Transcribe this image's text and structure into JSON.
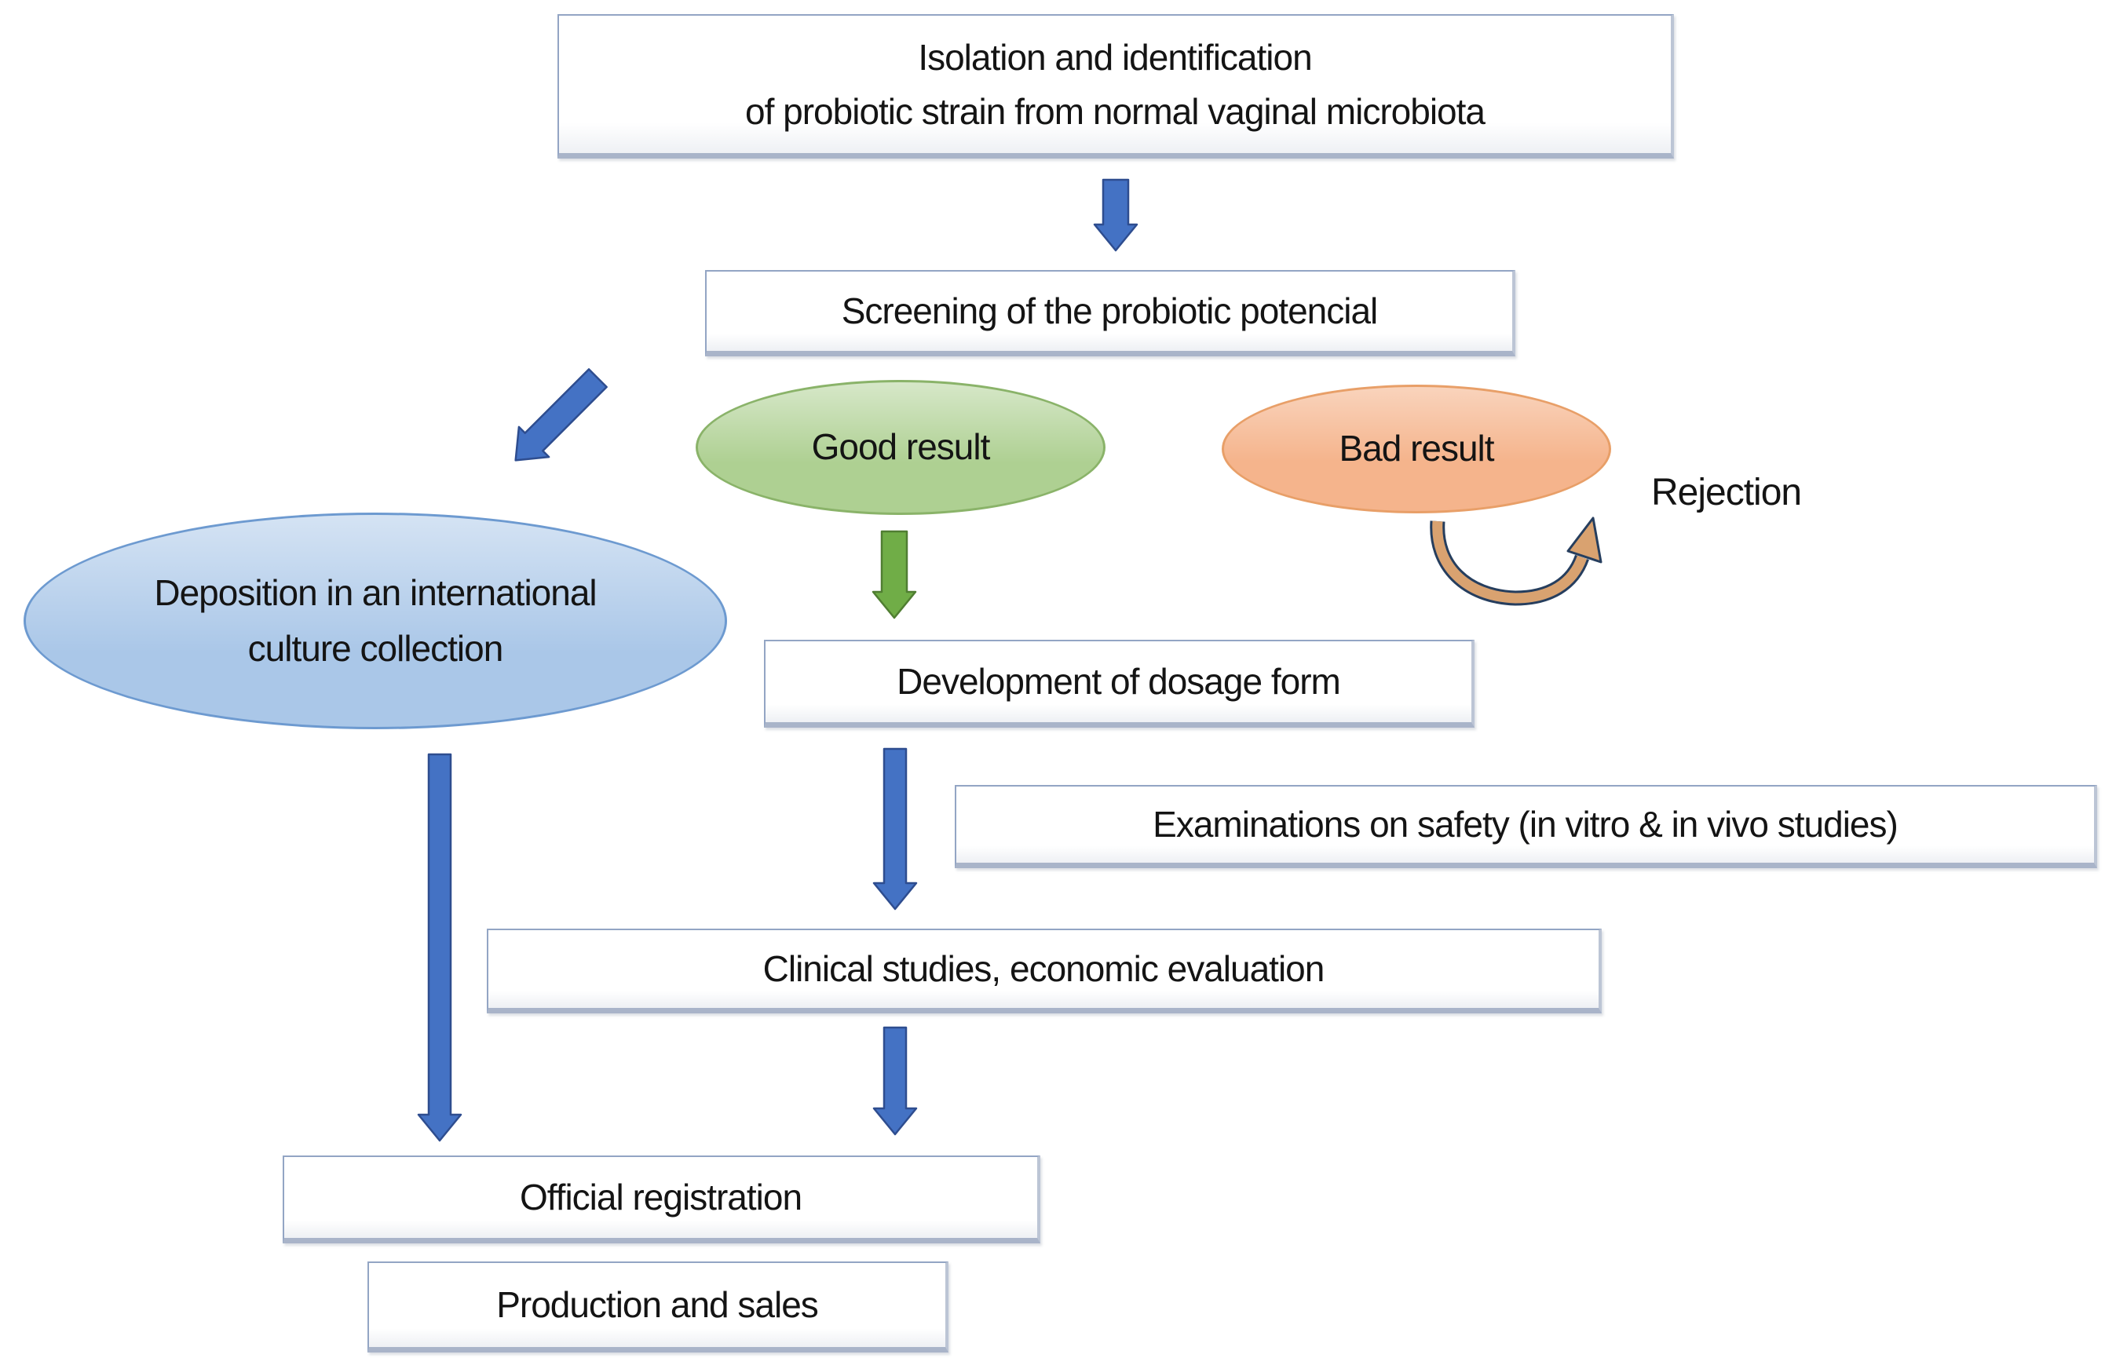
{
  "nodes": {
    "isolation": {
      "lines": [
        "Isolation and identification",
        "of probiotic strain from normal vaginal microbiota"
      ]
    },
    "screening": {
      "label": "Screening of the probiotic potencial"
    },
    "good_result": {
      "label": "Good result"
    },
    "bad_result": {
      "label": "Bad result"
    },
    "rejection": {
      "label": "Rejection"
    },
    "deposition": {
      "lines": [
        "Deposition in an international",
        "culture collection"
      ]
    },
    "development": {
      "label": "Development of dosage form"
    },
    "examinations": {
      "label": "Examinations on safety (in vitro & in vivo studies)"
    },
    "clinical": {
      "label": "Clinical studies, economic evaluation"
    },
    "official": {
      "label": "Official registration"
    },
    "production": {
      "label": "Production and sales"
    }
  },
  "colors": {
    "arrow_blue": "#4472c4",
    "arrow_blue_border": "#2e4d8f",
    "arrow_green": "#70ad47",
    "arrow_green_border": "#507e32",
    "ellipse_green": "#aed092",
    "ellipse_green_border": "#8ab369",
    "ellipse_orange": "#f5b48c",
    "ellipse_orange_border": "#e89f68",
    "ellipse_blue": "#aac7e8",
    "ellipse_blue_border": "#6d9ad0",
    "curved_arrow": "#d9a270",
    "curved_arrow_border": "#263e5e",
    "box_border": "#93a5c4",
    "box_fill": "#ffffff",
    "text": "#141414"
  }
}
